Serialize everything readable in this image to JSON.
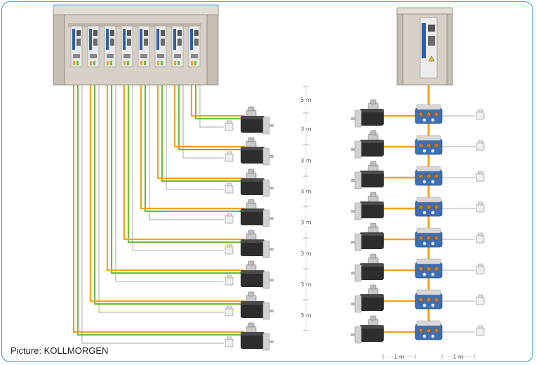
{
  "caption": "Picture: KOLLMORGEN",
  "left_system": {
    "drive_count": 8,
    "motor_count": 8,
    "spacing_labels": [
      "5 m",
      "3 m",
      "3 m",
      "3 m",
      "3 m",
      "3 m",
      "3 m",
      "3 m"
    ]
  },
  "right_system": {
    "controller_count": 1,
    "node_count": 8,
    "motor_count": 8,
    "spacing_labels": [
      "1 m",
      "1 m"
    ]
  },
  "colors": {
    "power_cable": "#f2a21e",
    "feedback_cable": "#6cbf3a",
    "signal_cable": "#a9a9a9",
    "frame_border": "#2a8fcf",
    "cabinet": "#d6d0c6",
    "node_blue": "#3b6fb6"
  },
  "icons": [
    "drive-module-icon",
    "servo-motor-icon",
    "feedback-connector-icon",
    "distribution-node-icon",
    "controller-icon"
  ]
}
